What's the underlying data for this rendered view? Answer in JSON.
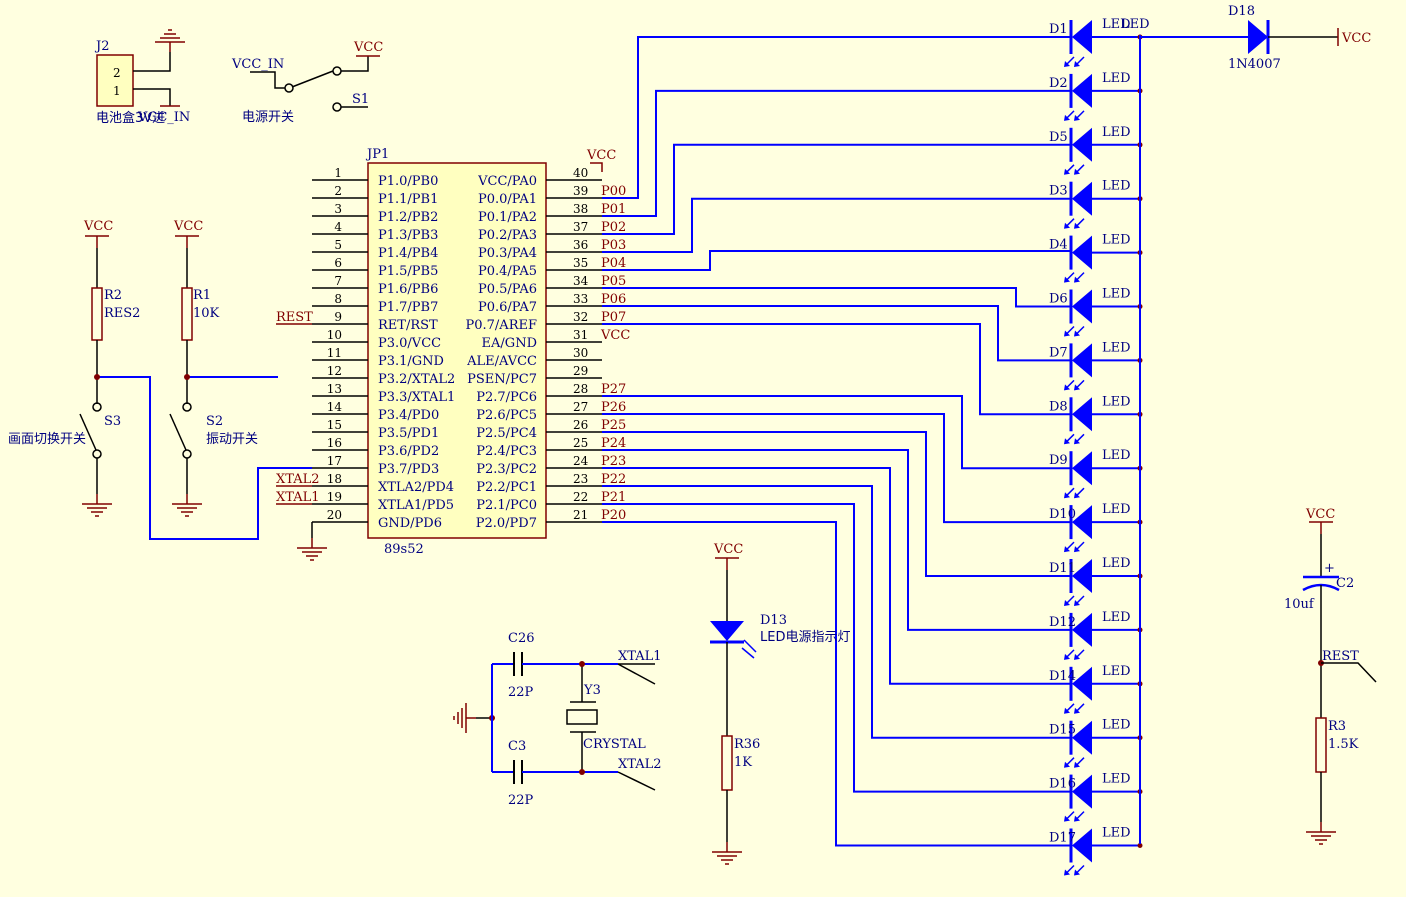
{
  "j2": {
    "ref": "J2",
    "pin_hi": "2",
    "pin_lo": "1",
    "label": "电池盒3V进",
    "net": "VCC_IN"
  },
  "s1": {
    "ref": "S1",
    "net_in": "VCC_IN",
    "net_out": "VCC",
    "label": "电源开关"
  },
  "r2": {
    "ref": "R2",
    "value": "RES2",
    "vcc": "VCC"
  },
  "r1": {
    "ref": "R1",
    "value": "10K",
    "vcc": "VCC"
  },
  "s3": {
    "ref": "S3",
    "label": "画面切换开关"
  },
  "s2": {
    "ref": "S2",
    "label": "振动开关"
  },
  "mcu": {
    "ref": "JP1",
    "part": "89s52",
    "vcc": "VCC",
    "left_pins": [
      {
        "num": "1",
        "name": "P1.0/PB0",
        "net": ""
      },
      {
        "num": "2",
        "name": "P1.1/PB1",
        "net": ""
      },
      {
        "num": "3",
        "name": "P1.2/PB2",
        "net": ""
      },
      {
        "num": "4",
        "name": "P1.3/PB3",
        "net": ""
      },
      {
        "num": "5",
        "name": "P1.4/PB4",
        "net": ""
      },
      {
        "num": "6",
        "name": "P1.5/PB5",
        "net": ""
      },
      {
        "num": "7",
        "name": "P1.6/PB6",
        "net": ""
      },
      {
        "num": "8",
        "name": "P1.7/PB7",
        "net": ""
      },
      {
        "num": "9",
        "name": "RET/RST",
        "net": "REST"
      },
      {
        "num": "10",
        "name": "P3.0/VCC",
        "net": ""
      },
      {
        "num": "11",
        "name": "P3.1/GND",
        "net": ""
      },
      {
        "num": "12",
        "name": "P3.2/XTAL2",
        "net": ""
      },
      {
        "num": "13",
        "name": "P3.3/XTAL1",
        "net": ""
      },
      {
        "num": "14",
        "name": "P3.4/PD0",
        "net": ""
      },
      {
        "num": "15",
        "name": "P3.5/PD1",
        "net": ""
      },
      {
        "num": "16",
        "name": "P3.6/PD2",
        "net": ""
      },
      {
        "num": "17",
        "name": "P3.7/PD3",
        "net": ""
      },
      {
        "num": "18",
        "name": "XTLA2/PD4",
        "net": "XTAL2"
      },
      {
        "num": "19",
        "name": "XTLA1/PD5",
        "net": "XTAL1"
      },
      {
        "num": "20",
        "name": "GND/PD6",
        "net": ""
      }
    ],
    "right_pins": [
      {
        "num": "40",
        "name": "VCC/PA0",
        "net": ""
      },
      {
        "num": "39",
        "name": "P0.0/PA1",
        "net": "P00"
      },
      {
        "num": "38",
        "name": "P0.1/PA2",
        "net": "P01"
      },
      {
        "num": "37",
        "name": "P0.2/PA3",
        "net": "P02"
      },
      {
        "num": "36",
        "name": "P0.3/PA4",
        "net": "P03"
      },
      {
        "num": "35",
        "name": "P0.4/PA5",
        "net": "P04"
      },
      {
        "num": "34",
        "name": "P0.5/PA6",
        "net": "P05"
      },
      {
        "num": "33",
        "name": "P0.6/PA7",
        "net": "P06"
      },
      {
        "num": "32",
        "name": "P0.7/AREF",
        "net": "P07"
      },
      {
        "num": "31",
        "name": "EA/GND",
        "net": "VCC"
      },
      {
        "num": "30",
        "name": "ALE/AVCC",
        "net": ""
      },
      {
        "num": "29",
        "name": "PSEN/PC7",
        "net": ""
      },
      {
        "num": "28",
        "name": "P2.7/PC6",
        "net": "P27"
      },
      {
        "num": "27",
        "name": "P2.6/PC5",
        "net": "P26"
      },
      {
        "num": "26",
        "name": "P2.5/PC4",
        "net": "P25"
      },
      {
        "num": "25",
        "name": "P2.4/PC3",
        "net": "P24"
      },
      {
        "num": "24",
        "name": "P2.3/PC2",
        "net": "P23"
      },
      {
        "num": "23",
        "name": "P2.2/PC1",
        "net": "P22"
      },
      {
        "num": "22",
        "name": "P2.1/PC0",
        "net": "P21"
      },
      {
        "num": "21",
        "name": "P2.0/PD7",
        "net": "P20"
      }
    ]
  },
  "leds": {
    "common_net": "LED",
    "items": [
      {
        "ref": "D1",
        "label": "LED"
      },
      {
        "ref": "D2",
        "label": "LED"
      },
      {
        "ref": "D5",
        "label": "LED"
      },
      {
        "ref": "D3",
        "label": "LED"
      },
      {
        "ref": "D4",
        "label": "LED"
      },
      {
        "ref": "D6",
        "label": "LED"
      },
      {
        "ref": "D7",
        "label": "LED"
      },
      {
        "ref": "D8",
        "label": "LED"
      },
      {
        "ref": "D9",
        "label": "LED"
      },
      {
        "ref": "D10",
        "label": "LED"
      },
      {
        "ref": "D11",
        "label": "LED"
      },
      {
        "ref": "D12",
        "label": "LED"
      },
      {
        "ref": "D14",
        "label": "LED"
      },
      {
        "ref": "D15",
        "label": "LED"
      },
      {
        "ref": "D16",
        "label": "LED"
      },
      {
        "ref": "D17",
        "label": "LED"
      }
    ]
  },
  "d18": {
    "ref": "D18",
    "value": "1N4007",
    "net": "VCC"
  },
  "d13": {
    "ref": "D13",
    "label": "LED电源指示灯",
    "vcc": "VCC"
  },
  "r36": {
    "ref": "R36",
    "value": "1K"
  },
  "crystal": {
    "c26": {
      "ref": "C26",
      "value": "22P"
    },
    "c3": {
      "ref": "C3",
      "value": "22P"
    },
    "y3": {
      "ref": "Y3",
      "value": "CRYSTAL"
    },
    "net_top": "XTAL1",
    "net_bottom": "XTAL2"
  },
  "reset": {
    "c2": {
      "ref": "C2",
      "value": "10uf",
      "polarity": "+"
    },
    "r3": {
      "ref": "R3",
      "value": "1.5K"
    },
    "net": "REST",
    "vcc": "VCC"
  },
  "colors": {
    "wire": "#0000ff",
    "power": "#800000",
    "text": "#000080",
    "part": "#000000",
    "body": "#ffffc0",
    "background": "#ffffe0"
  }
}
